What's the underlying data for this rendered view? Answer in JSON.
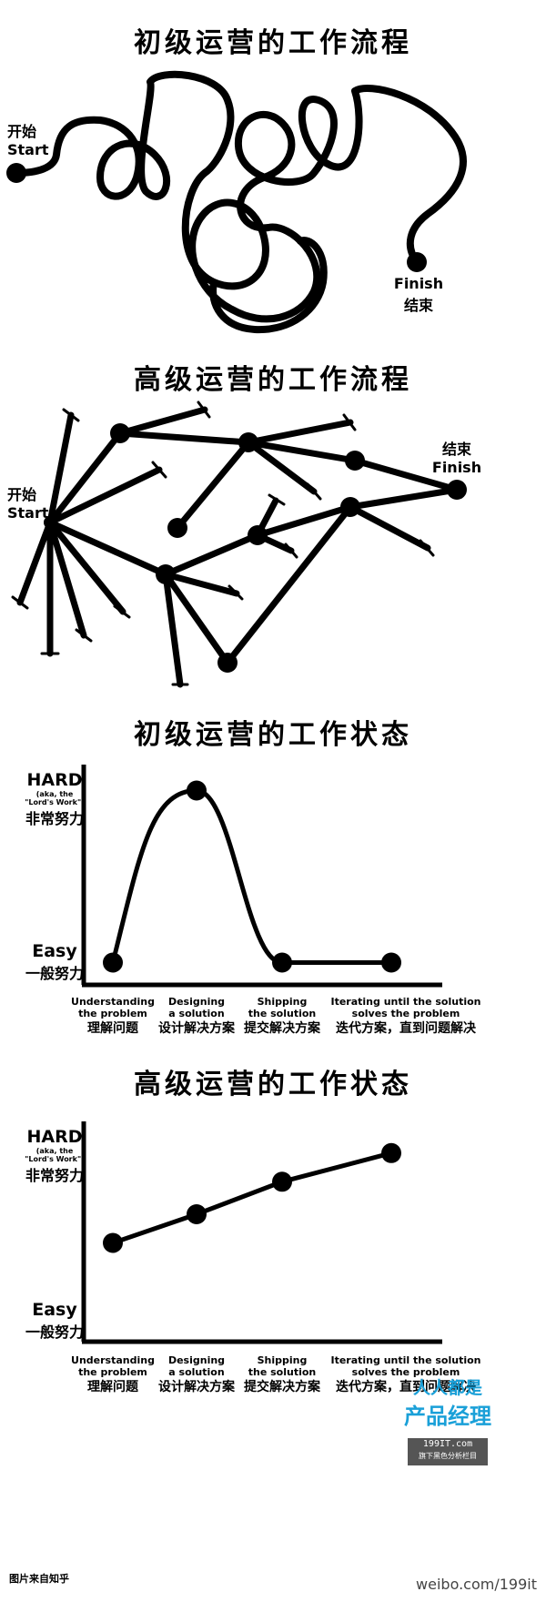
{
  "panels": {
    "beginner_flow": {
      "title": "初级运营的工作流程",
      "start_cn": "开始",
      "start_en": "Start",
      "finish_en": "Finish",
      "finish_cn": "结束"
    },
    "senior_flow": {
      "title": "高级运营的工作流程",
      "start_cn": "开始",
      "start_en": "Start",
      "finish_cn": "结束",
      "finish_en": "Finish"
    },
    "beginner_state": {
      "title": "初级运营的工作状态"
    },
    "senior_state": {
      "title": "高级运营的工作状态"
    }
  },
  "axis": {
    "hard_en": "HARD",
    "hard_aka1": "(aka, the",
    "hard_aka2": "\"Lord's Work\")",
    "hard_cn": "非常努力",
    "easy_en": "Easy",
    "easy_cn": "一般努力"
  },
  "stages": [
    {
      "en1": "Understanding",
      "en2": "the problem",
      "cn": "理解问题"
    },
    {
      "en1": "Designing",
      "en2": "a solution",
      "cn": "设计解决方案"
    },
    {
      "en1": "Shipping",
      "en2": "the solution",
      "cn": "提交解决方案"
    },
    {
      "en1": "Iterating until the solution",
      "en2": "solves the problem",
      "cn": "迭代方案，直到问题解决"
    }
  ],
  "chart_data": [
    {
      "type": "line",
      "title": "初级运营的工作状态",
      "categories": [
        "理解问题",
        "设计解决方案",
        "提交解决方案",
        "迭代方案，直到问题解决"
      ],
      "values": [
        0.05,
        0.95,
        0.05,
        0.05
      ],
      "ylim": [
        0,
        1
      ],
      "ytick_labels": [
        "一般努力",
        "非常努力"
      ]
    },
    {
      "type": "line",
      "title": "高级运营的工作状态",
      "categories": [
        "理解问题",
        "设计解决方案",
        "提交解决方案",
        "迭代方案，直到问题解决"
      ],
      "values": [
        0.45,
        0.6,
        0.77,
        0.92
      ],
      "ylim": [
        0,
        1
      ],
      "ytick_labels": [
        "一般努力",
        "非常努力"
      ]
    }
  ],
  "watermark": {
    "line1": "人人都是",
    "line2": "产品经理",
    "site": "199IT.com",
    "tagline": "旗下黑色分析栏目"
  },
  "footer": {
    "source": "图片来自知乎",
    "credit": "weibo.com/199it"
  }
}
